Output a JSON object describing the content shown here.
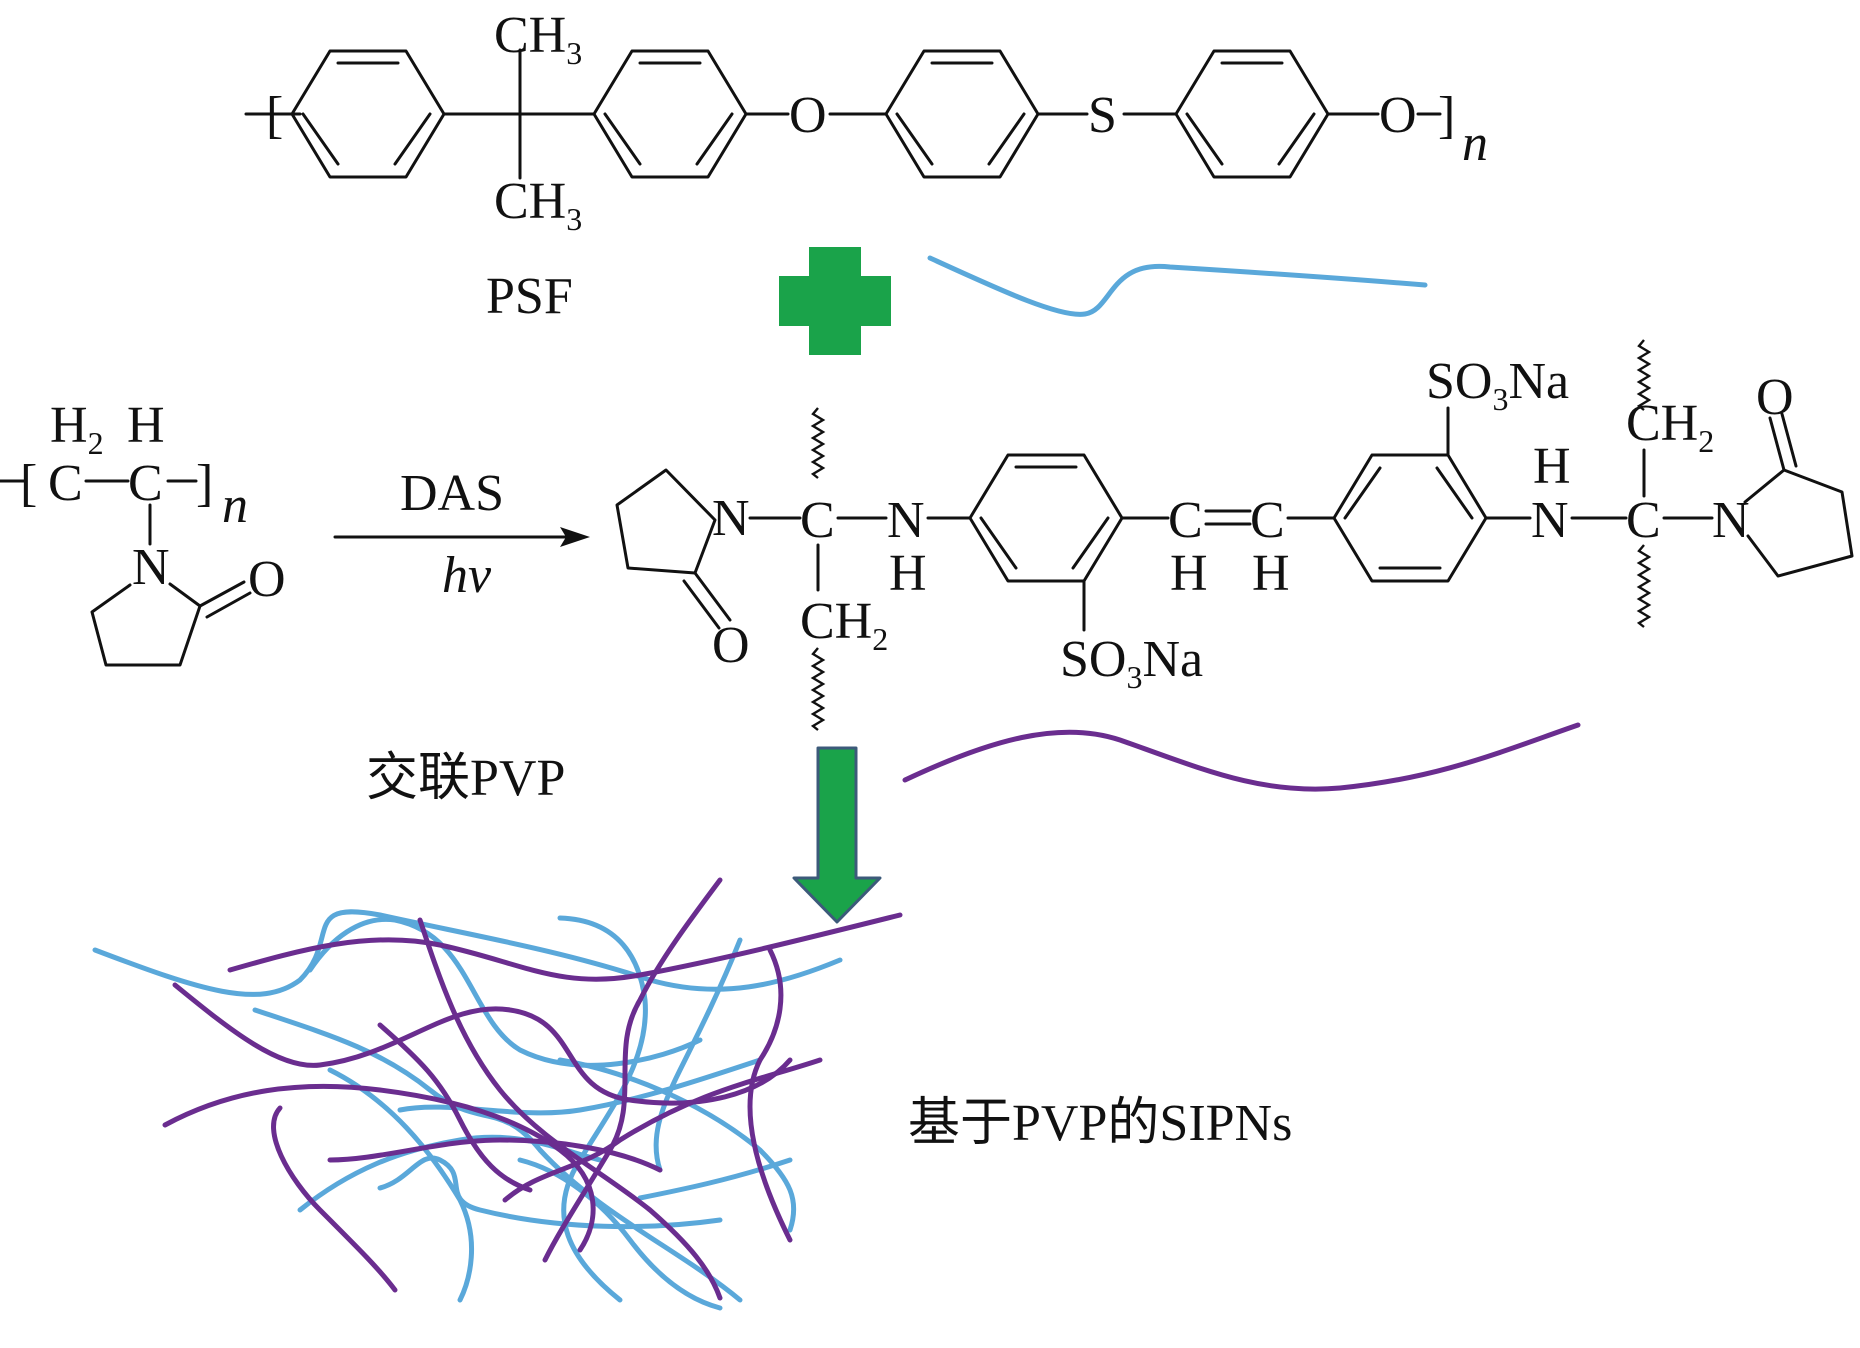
{
  "colors": {
    "psf_chain": "#5aa8da",
    "pvp_chain": "#6a2d8f",
    "plus_sign": "#1aa34a",
    "arrow_fill": "#1aa34a",
    "arrow_stroke": "#3c5a7a",
    "ink": "#111111"
  },
  "psf": {
    "label": "PSF",
    "repeat_subscript": "n",
    "methyl_group": "CH",
    "methyl_subscript": "3",
    "ether_atom": "O",
    "thio_atom": "S",
    "bracket_open": "[",
    "bracket_close": "]"
  },
  "pvp_monomer": {
    "h2_label": "H",
    "h2_subscript": "2",
    "h_label": "H",
    "carbon": "C",
    "nitrogen": "N",
    "oxygen": "O",
    "repeat_subscript": "n",
    "bracket_open": "[",
    "bracket_close": "]"
  },
  "reaction": {
    "reagent": "DAS",
    "condition": "hv"
  },
  "crosslinked_pvp": {
    "label": "交联PVP",
    "sulfonate": "SO",
    "sulfonate_subscript": "3",
    "sulfonate_cation": "Na",
    "methylene": "CH",
    "methylene_subscript": "2",
    "amine_n": "N",
    "amine_h": "H",
    "carbon": "C",
    "nitrogen": "N",
    "oxygen": "O",
    "vinyl_h": "H"
  },
  "network": {
    "label": "基于PVP的SIPNs"
  },
  "icons": [
    "plus-icon",
    "down-arrow-icon"
  ]
}
